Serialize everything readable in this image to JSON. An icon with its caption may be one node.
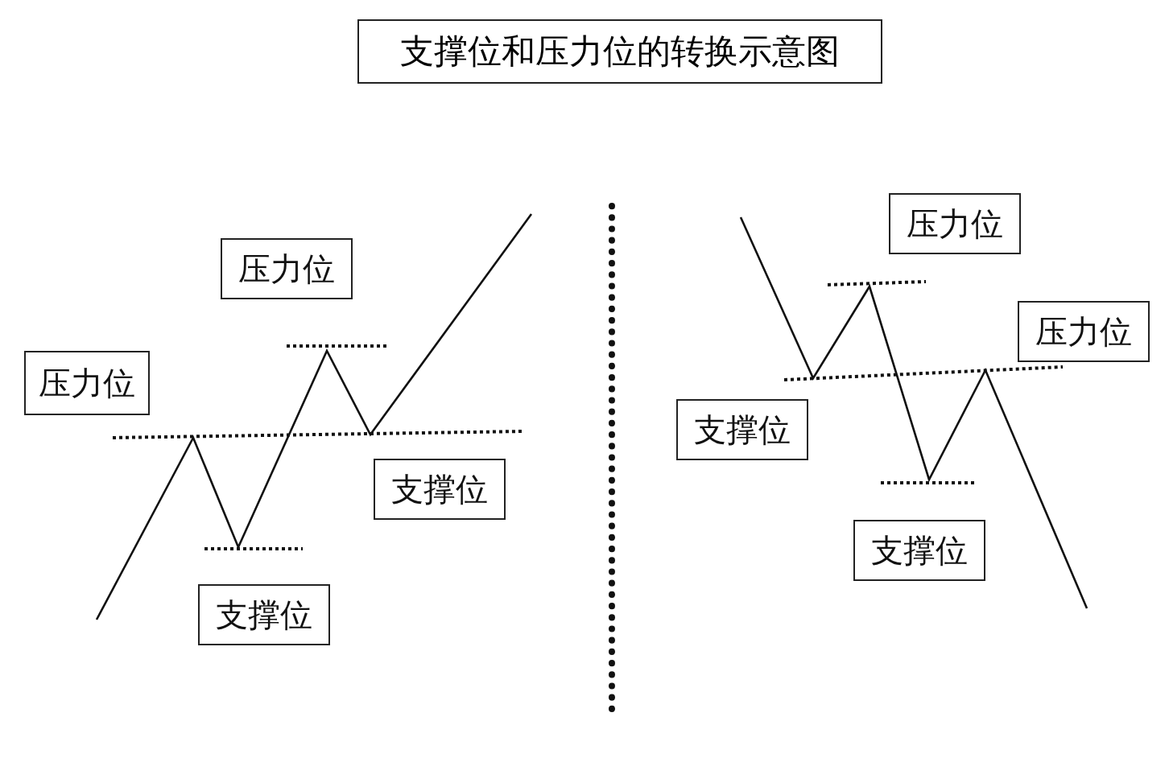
{
  "diagram": {
    "title": "支撑位和压力位的转换示意图",
    "nodes": [
      {
        "text": [
          "压力位"
        ]
      },
      {
        "text": [
          "压力位"
        ]
      },
      {
        "text": [
          "支撑位"
        ]
      },
      {
        "text": [
          "支撑位"
        ]
      },
      {
        "text": [
          "压力位"
        ]
      },
      {
        "text": [
          "压力位"
        ]
      },
      {
        "text": [
          "支撑位"
        ]
      },
      {
        "text": [
          "支撑位"
        ]
      }
    ]
  }
}
